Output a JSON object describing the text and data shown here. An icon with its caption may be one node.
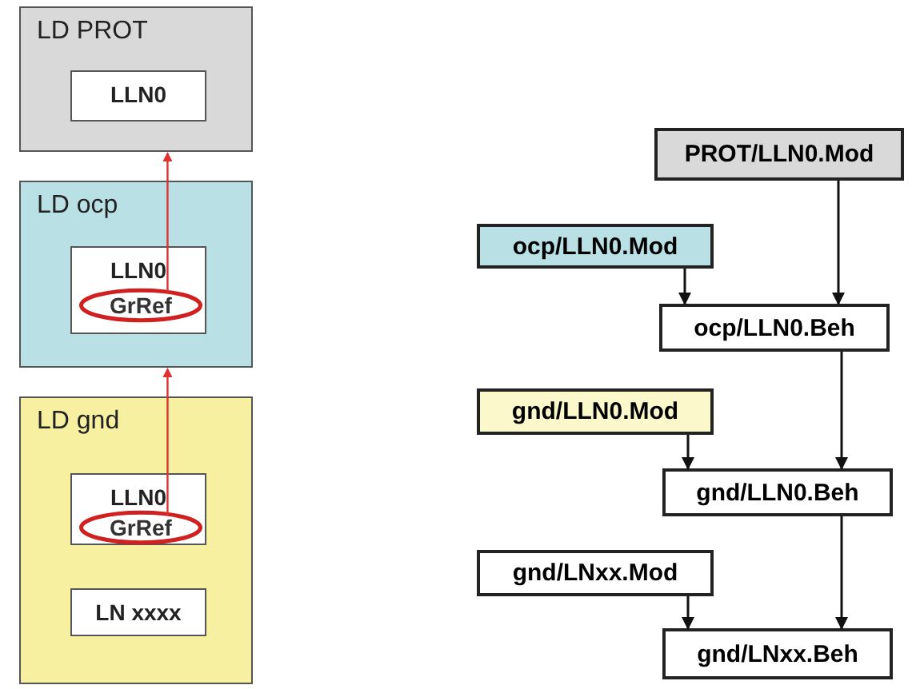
{
  "diagram": {
    "nodes": [
      {
        "text": [
          "LD PROT"
        ]
      },
      {
        "text": [
          "LLN0"
        ],
        "in": 0
      },
      {
        "text": [
          "LD ocp"
        ]
      },
      {
        "text": [
          "LLN0"
        ],
        "in": 2
      },
      {
        "text": [
          "GrRef"
        ],
        "in": 3
      },
      {
        "text": [
          "LD gnd"
        ]
      },
      {
        "text": [
          "LLN0"
        ],
        "in": 5
      },
      {
        "text": [
          "GrRef"
        ],
        "in": 6
      },
      {
        "text": [
          "LN xxxx"
        ],
        "in": 5
      },
      {
        "text": [
          "PROT/LLN0.Mod"
        ]
      },
      {
        "text": [
          "ocp/LLN0.Mod"
        ]
      },
      {
        "text": [
          "ocp/LLN0.Beh"
        ]
      },
      {
        "text": [
          "gnd/LLN0.Mod"
        ]
      },
      {
        "text": [
          "gnd/LLN0.Beh"
        ]
      },
      {
        "text": [
          "gnd/LNxx.Mod"
        ]
      },
      {
        "text": [
          "gnd/LNxx.Beh"
        ]
      }
    ],
    "edges": [
      {
        "from": 4,
        "to": 0,
        "arrow": "to",
        "color": "#e03030"
      },
      {
        "from": 7,
        "to": 2,
        "arrow": "to",
        "color": "#e03030"
      },
      {
        "from": 9,
        "to": 11,
        "arrow": "to"
      },
      {
        "from": 10,
        "to": 11,
        "arrow": "to"
      },
      {
        "from": 11,
        "to": 13,
        "arrow": "to"
      },
      {
        "from": 12,
        "to": 13,
        "arrow": "to"
      },
      {
        "from": 13,
        "to": 15,
        "arrow": "to"
      },
      {
        "from": 14,
        "to": 15,
        "arrow": "to"
      }
    ]
  }
}
